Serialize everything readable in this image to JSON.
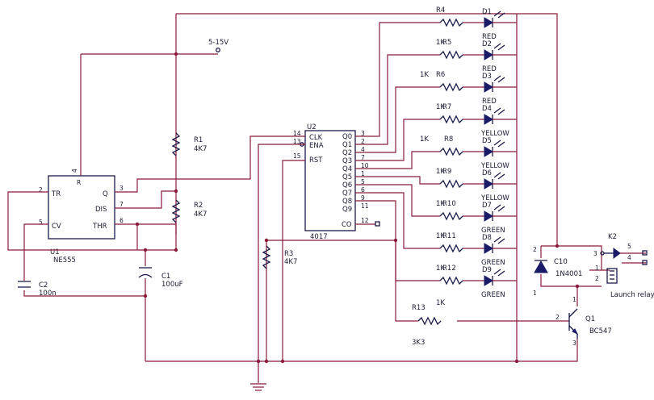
{
  "supply": {
    "label": "5-15V"
  },
  "u1": {
    "ref": "U1",
    "part": "NE555",
    "pins": {
      "tr": "TR",
      "q": "Q",
      "dis": "DIS",
      "cv": "CV",
      "thr": "THR",
      "r": "R"
    },
    "pin_numbers": {
      "tr": "2",
      "q": "3",
      "dis": "7",
      "cv": "5",
      "thr": "6",
      "r": "4"
    }
  },
  "u2": {
    "ref": "U2",
    "part": "4017",
    "inputs": [
      {
        "label": "CLK",
        "pin": "14"
      },
      {
        "label": "ENA",
        "pin": "13"
      },
      {
        "label": "RST",
        "pin": "15"
      }
    ],
    "outputs": [
      {
        "label": "Q0",
        "pin": "3"
      },
      {
        "label": "Q1",
        "pin": "2"
      },
      {
        "label": "Q2",
        "pin": "4"
      },
      {
        "label": "Q3",
        "pin": "7"
      },
      {
        "label": "Q4",
        "pin": "10"
      },
      {
        "label": "Q5",
        "pin": "1"
      },
      {
        "label": "Q6",
        "pin": "5"
      },
      {
        "label": "Q7",
        "pin": "6"
      },
      {
        "label": "Q8",
        "pin": "9"
      },
      {
        "label": "Q9",
        "pin": "11"
      }
    ],
    "co": {
      "label": "CO",
      "pin": "12"
    }
  },
  "r1": {
    "ref": "R1",
    "value": "4K7"
  },
  "r2": {
    "ref": "R2",
    "value": "4K7"
  },
  "r3": {
    "ref": "R3",
    "value": "4K7"
  },
  "c1": {
    "ref": "C1",
    "value": "100uF"
  },
  "c2": {
    "ref": "C2",
    "value": "100n"
  },
  "c10": {
    "ref": "C10",
    "value": "1N4001"
  },
  "r13": {
    "ref": "R13",
    "value": "3K3"
  },
  "q1": {
    "ref": "Q1",
    "part": "BC547",
    "pins": {
      "b": "2",
      "c": "1",
      "e": "3"
    }
  },
  "relay": {
    "ref": "K2",
    "label": "Launch relay",
    "pins": [
      "3",
      "1",
      "2"
    ],
    "out_pins": [
      "5",
      "4"
    ]
  },
  "d10_pins": {
    "a": "2",
    "k": "1"
  },
  "leds": [
    {
      "r": "R4",
      "rv": "",
      "d": "D1",
      "color": "RED"
    },
    {
      "r": "R5",
      "rv": "1K",
      "d": "D2",
      "color": "RED"
    },
    {
      "r": "R6",
      "rv": "1K",
      "d": "D3",
      "color": "RED"
    },
    {
      "r": "R7",
      "rv": "1K",
      "d": "D4",
      "color": "YELLOW"
    },
    {
      "r": "R8",
      "rv": "1K",
      "d": "D5",
      "color": "YELLOW"
    },
    {
      "r": "R9",
      "rv": "1K",
      "d": "D6",
      "color": "YELLOW"
    },
    {
      "r": "R10",
      "rv": "1K",
      "d": "D7",
      "color": "GREEN"
    },
    {
      "r": "R11",
      "rv": "1K",
      "d": "D8",
      "color": "GREEN"
    },
    {
      "r": "R12",
      "rv": "1K",
      "d": "D9",
      "color": "GREEN"
    },
    {
      "r": "",
      "rv": "1K",
      "d": "",
      "color": ""
    }
  ]
}
